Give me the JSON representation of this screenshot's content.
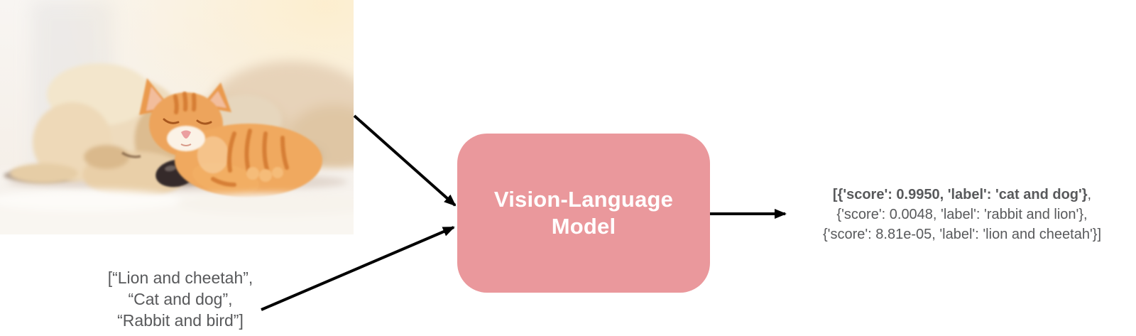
{
  "page": {
    "background": "#ffffff"
  },
  "photo": {
    "alt": "Sleeping cream puppy cuddling a ginger tabby kitten on a white blanket"
  },
  "label_list": {
    "line1": "[“Lion and cheetah”,",
    "line2": "“Cat and dog”,",
    "line3": "“Rabbit and bird”]"
  },
  "model_box": {
    "line1": "Vision-Language",
    "line2": "Model",
    "fill": "#ea989c",
    "text_color": "#ffffff"
  },
  "output": {
    "line1_bold": "[{'score': 0.9950, 'label': 'cat and dog'}",
    "line1_tail": ",",
    "line2": "{'score': 0.0048, 'label': 'rabbit and lion'},",
    "line3": "{'score': 8.81e-05, 'label': 'lion and cheetah'}]"
  },
  "colors": {
    "text": "#58595b",
    "arrow": "#000000"
  }
}
